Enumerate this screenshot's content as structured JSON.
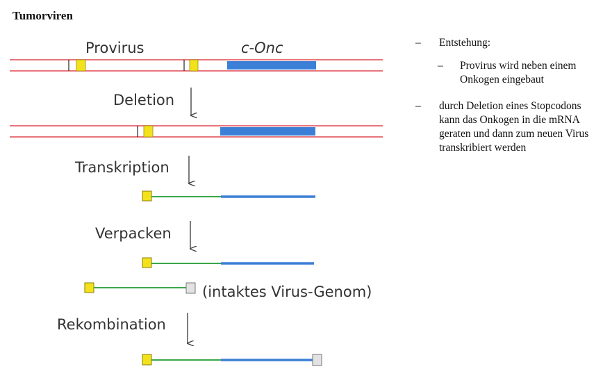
{
  "title": "Tumorviren",
  "labels": {
    "provirus": "Provirus",
    "conc": "c-Onc",
    "deletion": "Deletion",
    "transkription": "Transkription",
    "verpacken": "Verpacken",
    "intakt": "(intaktes Virus-Genom)",
    "rekombination": "Rekombination"
  },
  "colors": {
    "dna_strand": "#e4606a",
    "ltr": "#f3e21b",
    "oncogene": "#3c7fd6",
    "rna": "#3aa64a",
    "end_box": "#e2e2e2"
  },
  "notes": {
    "dash": "–",
    "entstehung": "Entstehung:",
    "provirus_note": "Provirus wird neben einem Onkogen eingebaut",
    "deletion_note": "durch Deletion eines Stopcodons kann das Onkogen in die mRNA geraten und dann zum neuen Virus transkribiert werden"
  }
}
